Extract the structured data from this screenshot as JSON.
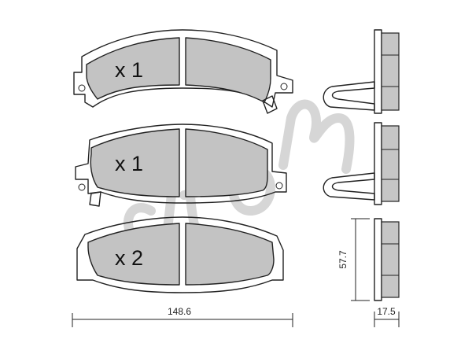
{
  "pads": [
    {
      "quantity": "x 1"
    },
    {
      "quantity": "x 1"
    },
    {
      "quantity": "x 2"
    }
  ],
  "dimensions": {
    "width": "148.6",
    "height": "57.7",
    "thickness": "17.5"
  },
  "colors": {
    "friction_material": "#c3c3c3",
    "outline": "#222222",
    "watermark": "#d6d6d6"
  }
}
